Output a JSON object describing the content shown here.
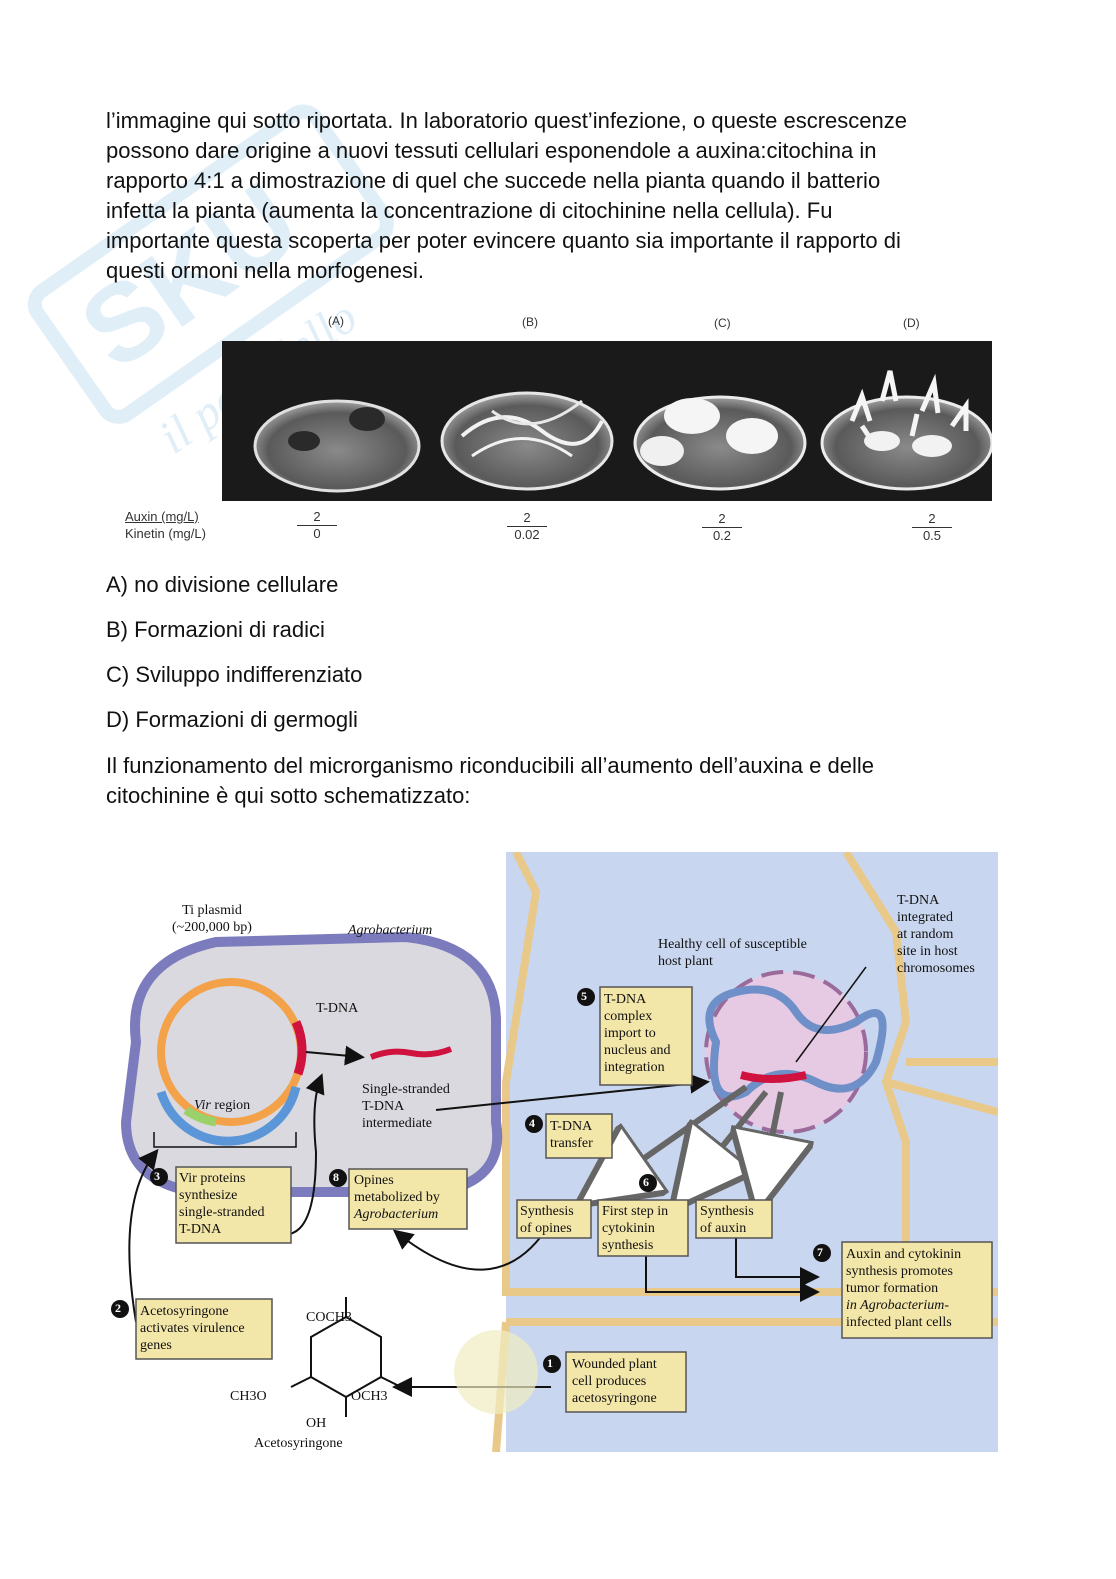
{
  "intro_lines": [
    "l’immagine qui sotto riportata. In laboratorio quest’infezione, o queste escrescenze",
    "possono dare origine a nuovi tessuti cellulari esponendole a auxina:citochina in",
    "rapporto 4:1 a dimostrazione di quel che succede nella pianta quando il batterio",
    "infetta la pianta (aumenta la concentrazione di citochinine nella cellula). Fu",
    "importante questa scoperta per poter evincere quanto sia importante il rapporto di",
    "questi ormoni nella morfogenesi."
  ],
  "photo": {
    "panel_labels": [
      "(A)",
      "(B)",
      "(C)",
      "(D)"
    ],
    "auxin_label": "Auxin (mg/L)",
    "kinetin_label": "Kinetin (mg/L)",
    "auxin_values": [
      "2",
      "2",
      "2",
      "2"
    ],
    "kinetin_values": [
      "0",
      "0.02",
      "0.2",
      "0.5"
    ]
  },
  "list": [
    "A) no divisione cellulare",
    "B) Formazioni di radici",
    "C) Sviluppo indifferenziato",
    "D) Formazioni di germogli"
  ],
  "closing_lines": [
    "Il funzionamento del microrganismo riconducibili all’aumento dell’auxina e delle",
    "citochinine è qui sotto schematizzato:"
  ],
  "diagram": {
    "ti_plasmid": [
      "Ti plasmid",
      "(~200,000 bp)"
    ],
    "agrobacterium": "Agrobacterium",
    "tdna": "T-DNA",
    "vir_region": [
      "Vir",
      "region"
    ],
    "ss_tdna": [
      "Single-stranded",
      "T-DNA",
      "intermediate"
    ],
    "healthy_cell": [
      "Healthy cell of susceptible",
      "host plant"
    ],
    "tdna_integrated": [
      "T-DNA",
      "integrated",
      "at random",
      "site in host",
      "chromosomes"
    ],
    "steps": {
      "s1": {
        "num": "1",
        "lines": [
          "Wounded plant",
          "cell produces",
          "acetosyringone"
        ]
      },
      "s2": {
        "num": "2",
        "lines": [
          "Acetosyringone",
          "activates virulence",
          "genes"
        ]
      },
      "s3": {
        "num": "3",
        "lines": [
          "Vir proteins",
          "synthesize",
          "single-stranded",
          "T-DNA"
        ]
      },
      "s4": {
        "num": "4",
        "lines": [
          "T-DNA",
          "transfer"
        ]
      },
      "s5": {
        "num": "5",
        "lines": [
          "T-DNA",
          "complex",
          "import to",
          "nucleus and",
          "integration"
        ]
      },
      "s6": {
        "num": "6"
      },
      "s7": {
        "num": "7",
        "lines": [
          "Auxin and cytokinin",
          "synthesis promotes",
          "tumor formation",
          "in Agrobacterium-",
          "infected plant cells"
        ]
      },
      "s8": {
        "num": "8",
        "lines": [
          "Opines",
          "metabolized by",
          "Agrobacterium"
        ]
      }
    },
    "synth_opines": [
      "Synthesis",
      "of opines"
    ],
    "first_step": [
      "First step in",
      "cytokinin",
      "synthesis"
    ],
    "synth_auxin": [
      "Synthesis",
      "of auxin"
    ],
    "molecule": {
      "coch3": "COCH3",
      "ch3o": "CH3O",
      "och3": "OCH3",
      "oh": "OH",
      "name": "Acetosyringone"
    }
  }
}
